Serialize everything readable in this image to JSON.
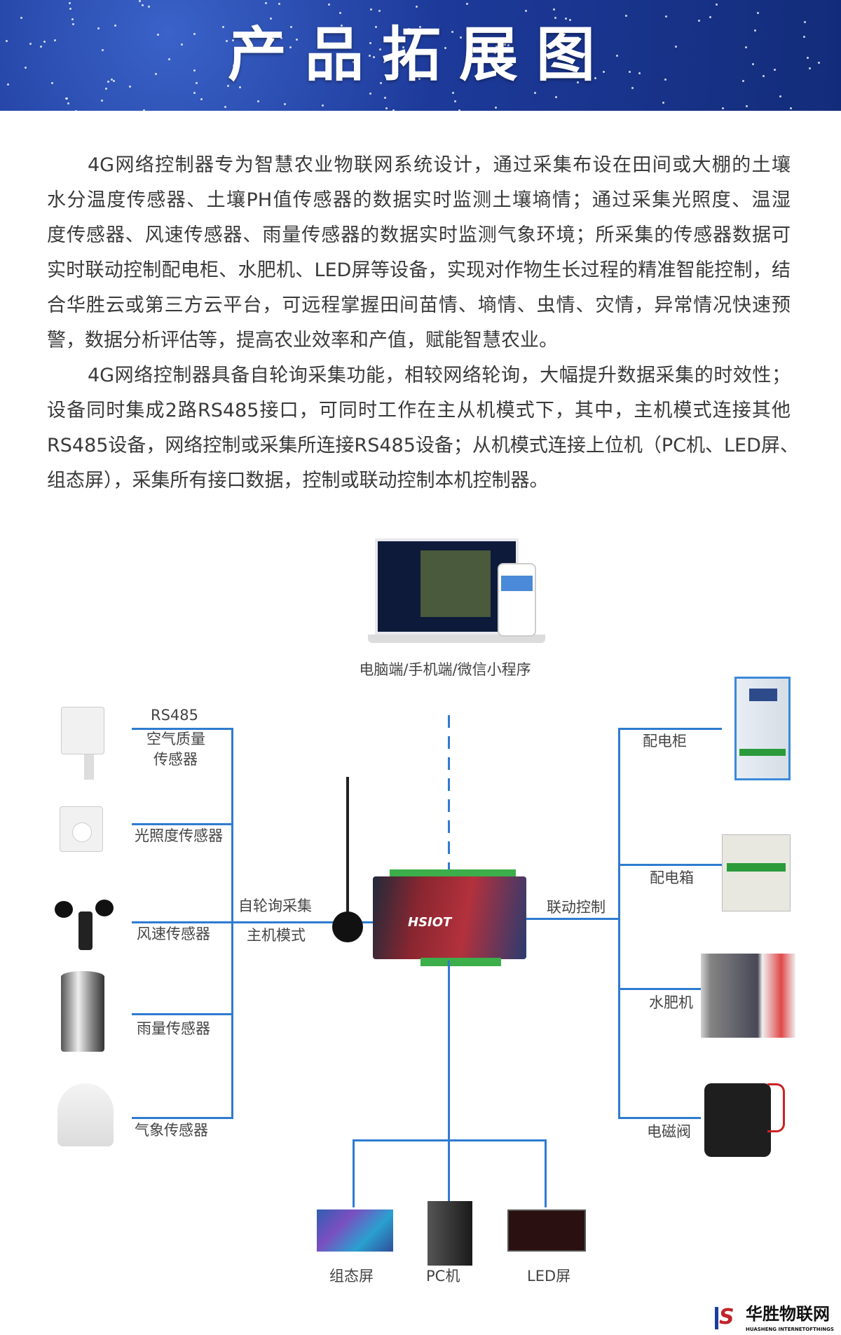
{
  "banner": {
    "title": "产品拓展图"
  },
  "intro": {
    "paragraph1": [
      "4G网络控制器专为智慧农业物联网系统设计，通过采集布设在田间或大棚的土壤",
      "水分温度传感器、土壤PH值传感器的数据实时监测土壤墒情；通过采集光照度、温湿",
      "度传感器、风速传感器、雨量传感器的数据实时监测气象环境；所采集的传感器数据可",
      "实时联动控制配电柜、水肥机、LED屏等设备，实现对作物生长过程的精准智能控制，结",
      "合华胜云或第三方云平台，可远程掌握田间苗情、墒情、虫情、灾情，异常情况快速预",
      "警，数据分析评估等，提高农业效率和产值，赋能智慧农业。"
    ],
    "paragraph2": [
      "4G网络控制器具备自轮询采集功能，相较网络轮询，大幅提升数据采集的时效性；",
      "设备同时集成2路RS485接口，可同时工作在主从机模式下，其中，主机模式连接其他",
      "RS485设备，网络控制或采集所连接RS485设备；从机模式连接上位机（PC机、LED屏、",
      "组态屏），采集所有接口数据，控制或联动控制本机控制器。"
    ]
  },
  "diagram": {
    "platform_label": "电脑端/手机端/微信小程序",
    "rs485_label": "RS485",
    "sensors": {
      "air_quality_1": "空气质量",
      "air_quality_2": "传感器",
      "light": "光照度传感器",
      "wind": "风速传感器",
      "rain": "雨量传感器",
      "weather": "气象传感器"
    },
    "center": {
      "polling": "自轮询采集",
      "master_mode": "主机模式",
      "device_brand": "HSIOT",
      "linkage": "联动控制"
    },
    "outputs": {
      "cabinet": "配电柜",
      "box": "配电箱",
      "fertilizer": "水肥机",
      "valve": "电磁阀"
    },
    "bottom": {
      "hmi": "组态屏",
      "pc": "PC机",
      "led": "LED屏"
    }
  },
  "logo": {
    "name": "华胜物联网",
    "sub": "HUASHENG INTERNETOFTHINGS",
    "mark": "HS"
  },
  "colors": {
    "line": "#2e7bd0",
    "banner": "#1d3a9a"
  }
}
